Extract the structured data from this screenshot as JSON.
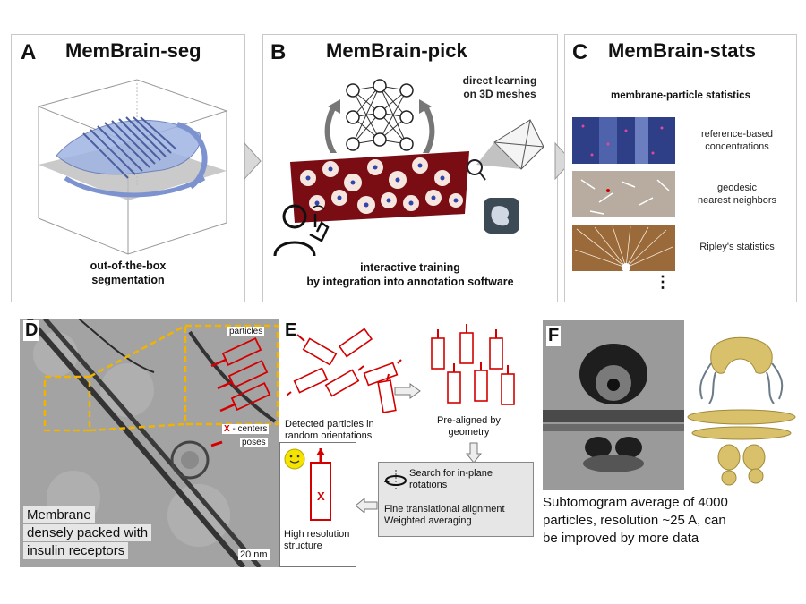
{
  "panel_a": {
    "letter": "A",
    "title": "MemBrain-seg",
    "caption_line1": "out-of-the-box",
    "caption_line2": "segmentation"
  },
  "panel_b": {
    "letter": "B",
    "title": "MemBrain-pick",
    "top_right_line1": "direct learning",
    "top_right_line2": "on 3D meshes",
    "caption_line1": "interactive training",
    "caption_line2": "by integration into annotation software"
  },
  "panel_c": {
    "letter": "C",
    "title": "MemBrain-stats",
    "subtitle": "membrane-particle statistics",
    "rows": [
      {
        "line1": "reference-based",
        "line2": "concentrations"
      },
      {
        "line1": "geodesic",
        "line2": "nearest neighbors"
      },
      {
        "line1": "Ripley's statistics",
        "line2": ""
      }
    ],
    "ellipsis": "⋮"
  },
  "panel_d": {
    "letter": "D",
    "particles_label": "particles",
    "centers_label": "- centers",
    "centers_mark": "X",
    "poses_label": "poses",
    "caption_line1": "Membrane",
    "caption_line2": "densely packed with",
    "caption_line3": "insulin receptors",
    "scale": "20 nm"
  },
  "panel_e": {
    "letter": "E",
    "detected_line1": "Detected particles in",
    "detected_line2": "random orientations",
    "prealigned_line1": "Pre-aligned by",
    "prealigned_line2": "geometry",
    "search_line1": "Search for in-plane",
    "search_line2": "rotations",
    "fine_line1": "Fine translational alignment",
    "fine_line2": "Weighted averaging",
    "hires_line1": "High resolution",
    "hires_line2": "structure",
    "center_mark": "X"
  },
  "panel_f": {
    "letter": "F",
    "caption_line1": "Subtomogram average of 4000",
    "caption_line2": "particles, resolution ~25 A, can",
    "caption_line3": "be improved by more data"
  },
  "colors": {
    "red": "#d40000",
    "yellow": "#f0b400",
    "membrane_blue": "#8fa6d8",
    "gold": "#d9c06a"
  }
}
